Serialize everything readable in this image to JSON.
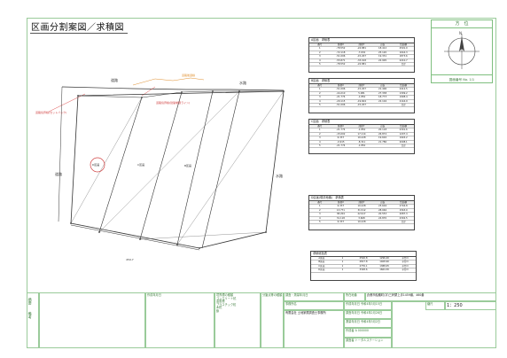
{
  "title": "区画分割案図／求積図",
  "compass": {
    "heading": "方　位",
    "north_label": "N",
    "footer": "図面番号 No. 1/1"
  },
  "labels": {
    "road_left": "道路",
    "road_top": "道路",
    "road_top_right": "水路",
    "road_right": "水路",
    "lot_d": "D区画",
    "lot_c": "C区画",
    "lot_b": "B区画",
    "bottom_plot": "459-7",
    "red_note_1": "道路境界線(セットバック)",
    "red_note_2": "道路境界線(建築制限ライン)",
    "orange_note": "道路後退線"
  },
  "calc_tables": [
    {
      "title": "A区画　求積表",
      "head": [
        "番号",
        "座標X",
        "座標Y",
        "辺長",
        "倍面積"
      ],
      "rows": [
        [
          "1",
          "-78.552",
          "-24.881",
          "18.412",
          "2591.0"
        ],
        [
          "2",
          "-72.118",
          "-7.632",
          "25.120",
          "1044.3"
        ],
        [
          "3",
          "-51.006",
          "-15.207",
          "19.331",
          "1873.6"
        ],
        [
          "4",
          "-55.871",
          "-33.018",
          "22.905",
          "2210.7"
        ],
        [
          "5",
          "-78.552",
          "-24.881",
          "",
          "合計"
        ]
      ]
    },
    {
      "title": "B区画　求積表",
      "head": [
        "番号",
        "座標X",
        "座標Y",
        "辺長",
        "倍面積"
      ],
      "rows": [
        [
          "1",
          "-51.006",
          "-15.207",
          "21.406",
          "2412.5"
        ],
        [
          "2",
          "-44.210",
          "5.081",
          "27.338",
          "1309.2"
        ],
        [
          "3",
          "-21.774",
          "-1.852",
          "18.773",
          "1998.4"
        ],
        [
          "4",
          "-29.115",
          "-19.604",
          "22.104",
          "2144.9"
        ],
        [
          "5",
          "-51.006",
          "-15.207",
          "",
          "合計"
        ]
      ]
    },
    {
      "title": "C区画　求積表",
      "head": [
        "番号",
        "座標X",
        "座標Y",
        "辺長",
        "倍面積"
      ],
      "rows": [
        [
          "1",
          "-21.774",
          "-1.852",
          "20.118",
          "2301.6"
        ],
        [
          "2",
          "-15.002",
          "17.114",
          "26.874",
          "1207.4"
        ],
        [
          "3",
          "6.337",
          "10.228",
          "19.602",
          "1945.2"
        ],
        [
          "4",
          "-0.915",
          "-8.311",
          "21.786",
          "2098.1"
        ],
        [
          "5",
          "-21.774",
          "-1.852",
          "",
          "合計"
        ]
      ]
    },
    {
      "title": "D区画(現況地番)　求積表",
      "head": [
        "番号",
        "座標X",
        "座標Y",
        "辺長",
        "倍面積"
      ],
      "rows": [
        [
          "1",
          "6.337",
          "10.228",
          "23.604",
          "2704.8"
        ],
        [
          "2",
          "13.771",
          "31.512",
          "28.046",
          "1563.0"
        ],
        [
          "3",
          "38.204",
          "22.917",
          "20.553",
          "2087.3"
        ],
        [
          "4",
          "31.118",
          "3.608",
          "24.870",
          "2302.5"
        ],
        [
          "5",
          "6.337",
          "10.228",
          "",
          "合計"
        ]
      ]
    }
  ],
  "summary": {
    "title": "求積総括表",
    "rows": [
      [
        "A区画",
        "1",
        "2592.8",
        "1296.40",
        "平方m"
      ],
      [
        "B区画",
        "1",
        "2817.8",
        "1408.90",
        "平方m"
      ],
      [
        "C区画",
        "1",
        "2776.1",
        "1388.05",
        "平方m"
      ],
      [
        "D区画",
        "1",
        "3328.6",
        "1664.30",
        "平方m"
      ]
    ]
  },
  "bottom": {
    "side_label_1": "摘要",
    "side_label_2": "備考",
    "note_head": "作成年月日",
    "legend_head": "境界標の種類",
    "legend_items": [
      "コンクリート杭",
      "金属標",
      "プラスチック杭",
      "木杭",
      "鋲"
    ],
    "legend_head_2": "分筆点等の種類",
    "survey_head": "調査・測量年月日",
    "company_head": "事務所名",
    "company": "有限会社 土地家屋調査士事務所",
    "location_head": "所在地番",
    "location": "倉敷市船穂町(字)三軒屋上手1459番、460番",
    "scale_head": "縮尺",
    "scale": "1：250",
    "date_rows": [
      [
        "作成年月日",
        "令和4年3月15日"
      ],
      [
        "調査年月日",
        "令和4年2月28日"
      ],
      [
        "測量年月日",
        "令和4年3月2日"
      ]
    ],
    "staff_rows": [
      [
        "作成者",
        "A 000000"
      ],
      [
        "調査者",
        "トータルステーション"
      ]
    ]
  }
}
